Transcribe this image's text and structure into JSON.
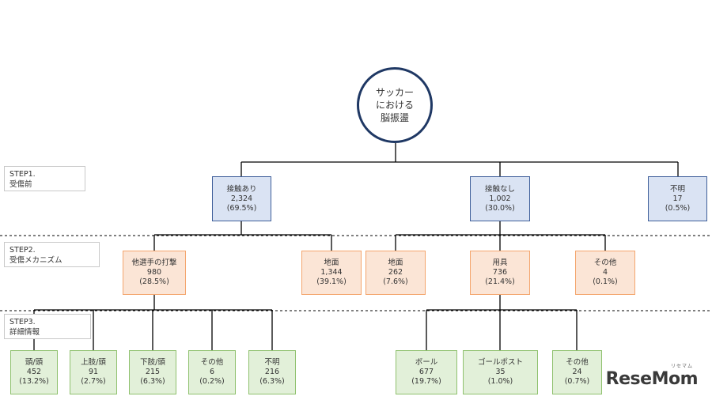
{
  "root": {
    "lines": [
      "サッカー",
      "における",
      "脳振盪"
    ]
  },
  "steps": [
    {
      "lines": [
        "STEP1.",
        "受傷前"
      ]
    },
    {
      "lines": [
        "STEP2.",
        "受傷メカニズム"
      ]
    },
    {
      "lines": [
        "STEP3.",
        "詳細情報"
      ]
    }
  ],
  "level1": [
    {
      "label": "接触あり",
      "count": "2,324",
      "pct": "(69.5%)"
    },
    {
      "label": "接触なし",
      "count": "1,002",
      "pct": "(30.0%)"
    },
    {
      "label": "不明",
      "count": "17",
      "pct": "(0.5%)"
    }
  ],
  "level2": [
    {
      "label": "他選手の打撃",
      "count": "980",
      "pct": "(28.5%)"
    },
    {
      "label": "地面",
      "count": "1,344",
      "pct": "(39.1%)"
    },
    {
      "label": "地面",
      "count": "262",
      "pct": "(7.6%)"
    },
    {
      "label": "用具",
      "count": "736",
      "pct": "(21.4%)"
    },
    {
      "label": "その他",
      "count": "4",
      "pct": "(0.1%)"
    }
  ],
  "level3": [
    {
      "label": "頭/頭",
      "count": "452",
      "pct": "(13.2%)"
    },
    {
      "label": "上肢/頭",
      "count": "91",
      "pct": "(2.7%)"
    },
    {
      "label": "下肢/頭",
      "count": "215",
      "pct": "(6.3%)"
    },
    {
      "label": "その他",
      "count": "6",
      "pct": "(0.2%)"
    },
    {
      "label": "不明",
      "count": "216",
      "pct": "(6.3%)"
    },
    {
      "label": "ボール",
      "count": "677",
      "pct": "(19.7%)"
    },
    {
      "label": "ゴールポスト",
      "count": "35",
      "pct": "(1.0%)"
    },
    {
      "label": "その他",
      "count": "24",
      "pct": "(0.7%)"
    }
  ],
  "watermark": {
    "text_a": "Rese",
    "text_b": "Mom",
    "ruby": "リセマム"
  },
  "colors": {
    "root_border": "#1f3864",
    "blue_fill": "#dae3f3",
    "orange_fill": "#fbe5d6",
    "green_fill": "#e2f0d9"
  }
}
